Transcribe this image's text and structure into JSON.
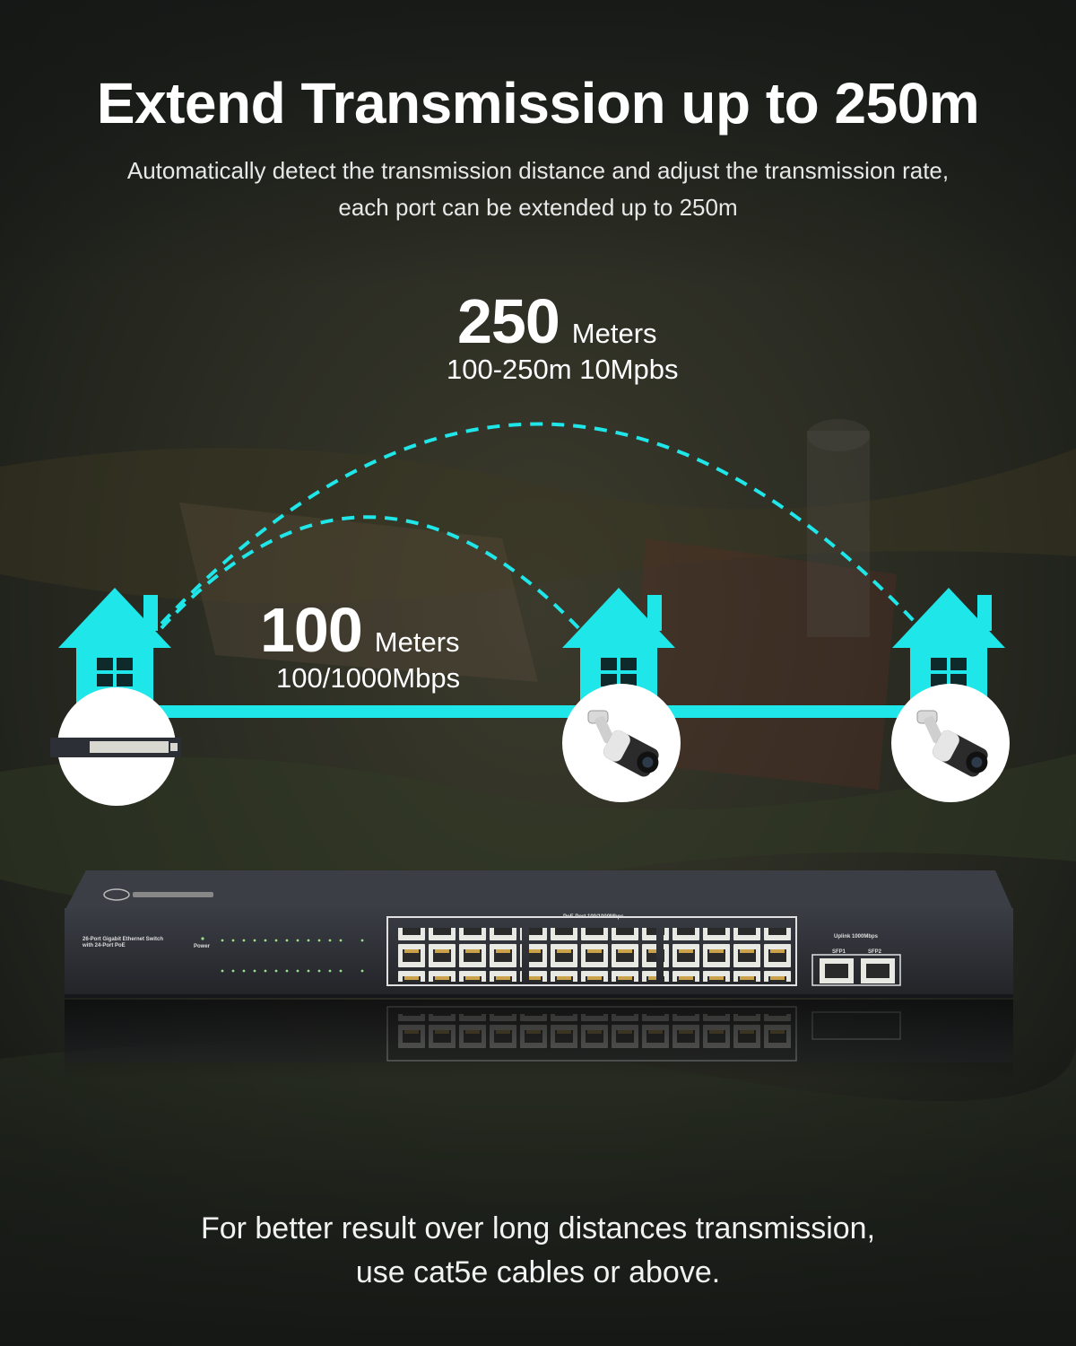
{
  "headline": "Extend Transmission up to 250m",
  "subtitle": {
    "line1": "Automatically detect the transmission distance and adjust the transmission rate,",
    "line2": "each port can be extended up to 250m"
  },
  "long_range": {
    "distance": "250",
    "unit": "Meters",
    "rate": "100-250m 10Mpbs"
  },
  "short_range": {
    "distance": "100",
    "unit": "Meters",
    "rate": "100/1000Mbps"
  },
  "switch": {
    "model_line1": "26-Port Gigabit Ethernet Switch",
    "model_line2": "with 24-Port PoE",
    "power_label": "Power",
    "poe_label": "PoE Port 100/1000Mbps",
    "uplink_label": "Uplink 1000Mbps",
    "sfp1": "SFP1",
    "sfp2": "SFP2"
  },
  "footer": {
    "line1": "For better result over long distances transmission,",
    "line2": "use cat5e cables or above."
  },
  "colors": {
    "accent_cyan": "#1fe6e8",
    "background_dark": "#1e2220",
    "switch_body": "#2a2d33"
  },
  "icons": [
    "house-icon",
    "switch-icon",
    "camera-icon"
  ]
}
